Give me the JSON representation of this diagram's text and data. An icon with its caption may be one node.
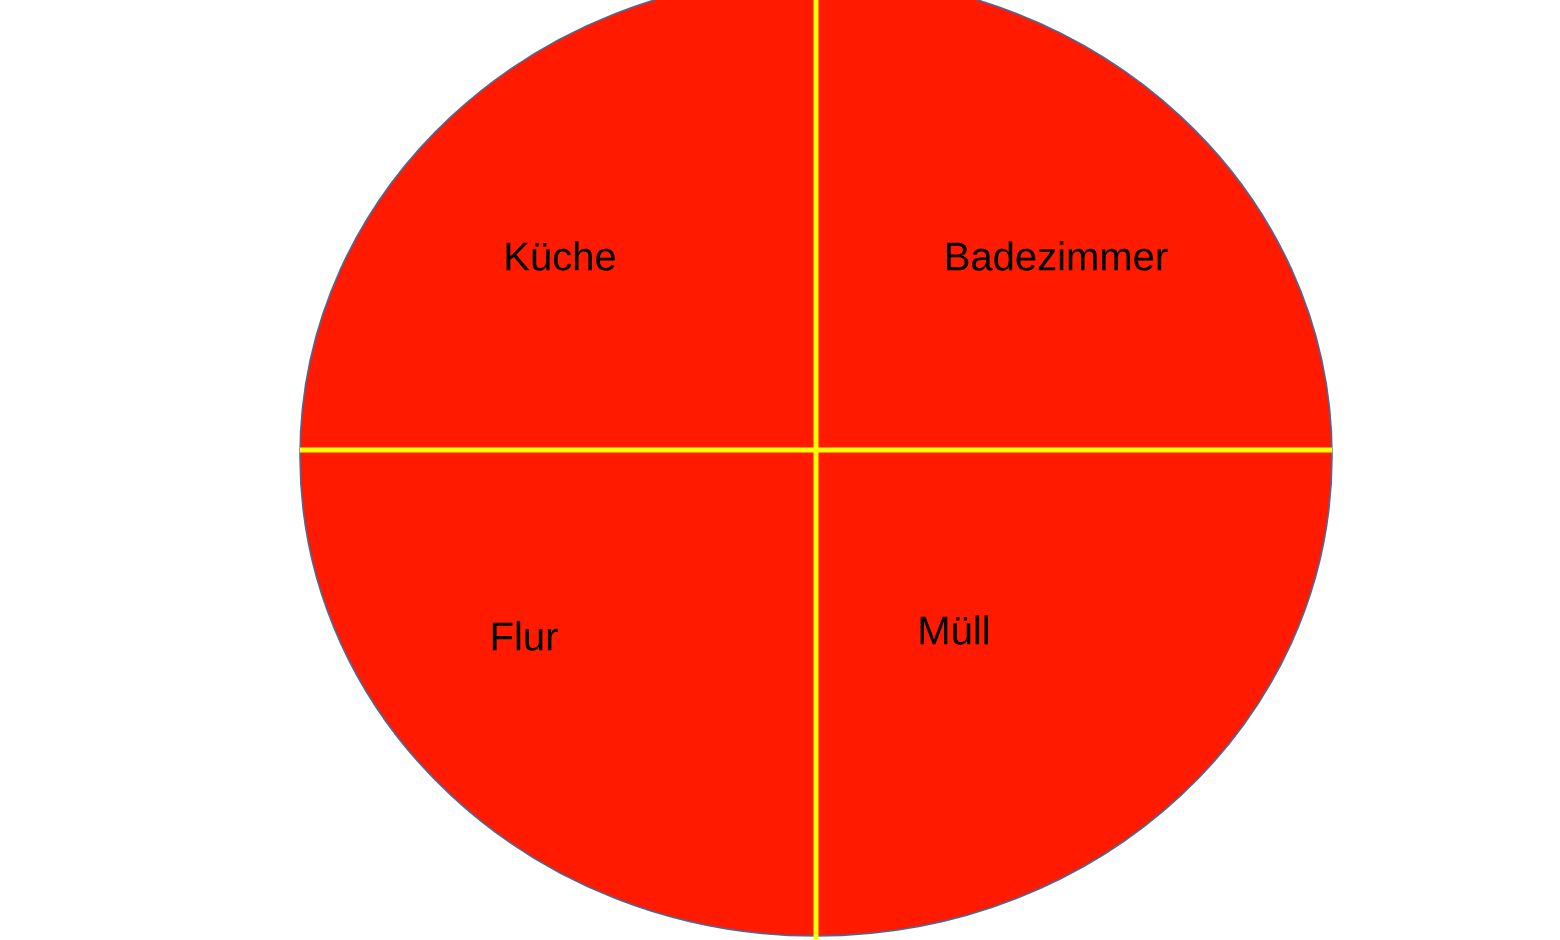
{
  "diagram": {
    "nodes": [
      {
        "text": [
          "Küche"
        ]
      },
      {
        "text": [
          "Badezimmer"
        ]
      },
      {
        "text": [
          "Flur"
        ]
      },
      {
        "text": [
          "Müll"
        ]
      }
    ]
  }
}
